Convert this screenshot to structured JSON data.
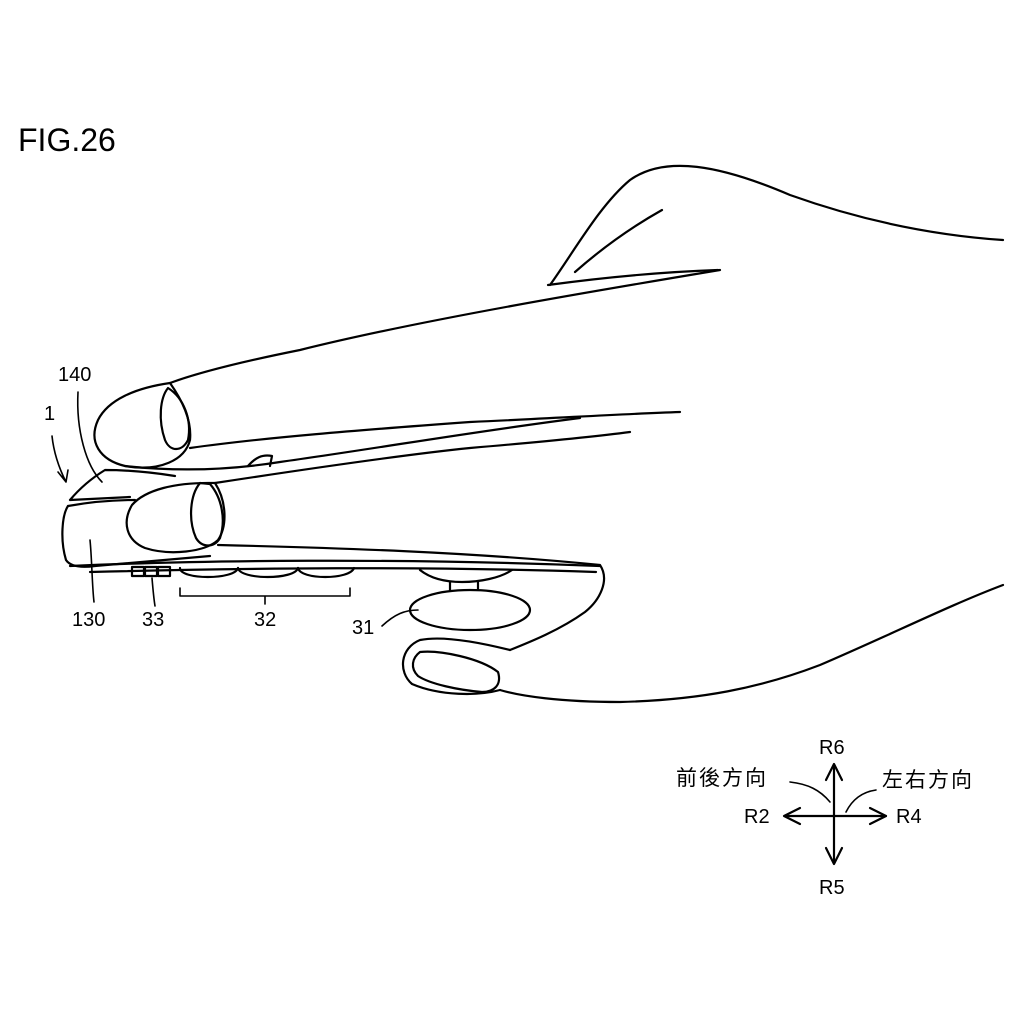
{
  "figure": {
    "title": "FIG.26"
  },
  "reference_numerals": {
    "device": "1",
    "upper_part": "140",
    "body": "130",
    "button_33": "33",
    "buttons_32": "32",
    "stick_31": "31"
  },
  "direction_key": {
    "up": "R6",
    "down": "R5",
    "left": "R2",
    "right": "R4",
    "front_back_label": "前後方向",
    "left_right_label": "左右方向"
  }
}
